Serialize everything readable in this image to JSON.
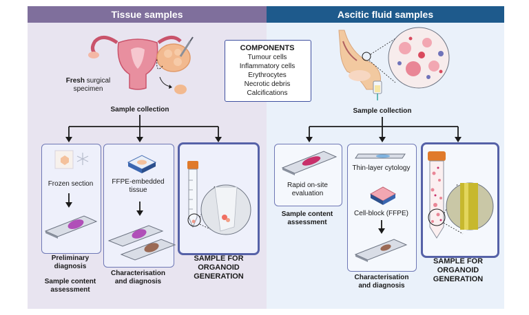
{
  "headers": {
    "tissue": "Tissue samples",
    "ascitic": "Ascitic fluid samples"
  },
  "components": {
    "title": "COMPONENTS",
    "items": [
      "Tumour cells",
      "Inflammatory cells",
      "Erythrocytes",
      "Necrotic debris",
      "Calcifications"
    ]
  },
  "tissue": {
    "specimen_bold": "Fresh",
    "specimen_rest": "surgical",
    "specimen_line2": "specimen",
    "collection": "Sample collection",
    "frozen_section": "Frozen section",
    "preliminary_line1": "Preliminary",
    "preliminary_line2": "diagnosis",
    "assessment_line1": "Sample content",
    "assessment_line2": "assessment",
    "ffpe_line1": "FFPE-embedded",
    "ffpe_line2": "tissue",
    "characterisation_line1": "Characterisation",
    "characterisation_line2": "and diagnosis",
    "organoid_line1": "SAMPLE FOR",
    "organoid_line2": "ORGANOID",
    "organoid_line3": "GENERATION"
  },
  "ascitic": {
    "collection": "Sample collection",
    "rose_line1": "Rapid on-site",
    "rose_line2": "evaluation",
    "assessment_line1": "Sample content",
    "assessment_line2": "assessment",
    "thin_layer": "Thin-layer cytology",
    "cell_block": "Cell-block (FFPE)",
    "characterisation_line1": "Characterisation",
    "characterisation_line2": "and diagnosis",
    "organoid_line1": "SAMPLE FOR",
    "organoid_line2": "ORGANOID",
    "organoid_line3": "GENERATION"
  },
  "colors": {
    "tissue_header": "#7f6f9c",
    "ascitic_header": "#1e5a8c",
    "tissue_bg": "#e8e4f0",
    "ascitic_bg": "#eaf1fa",
    "box_border": "#6d76b4",
    "stain_purple": "#b04fb8",
    "stain_brown": "#9b6a55",
    "tube_cap": "#e07a2a"
  }
}
